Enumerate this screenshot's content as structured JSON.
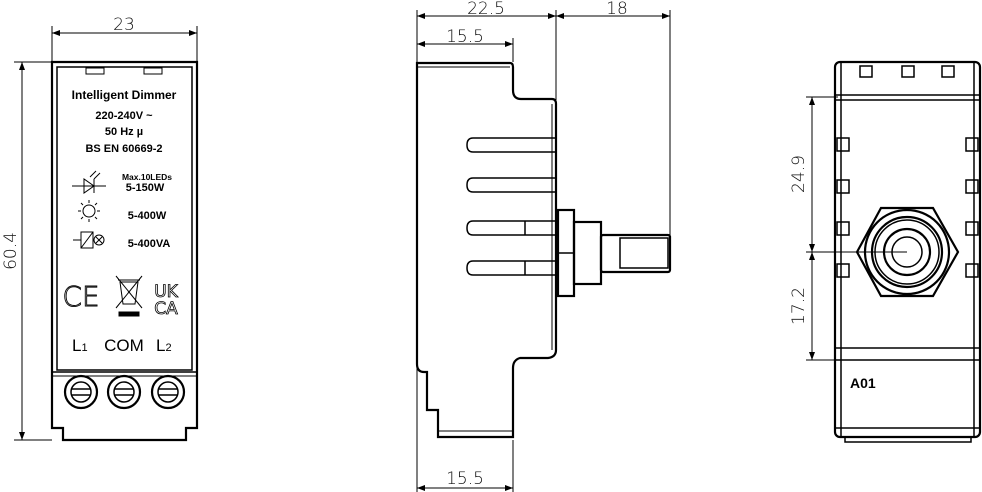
{
  "front_view": {
    "width_dim": "23",
    "height_dim": "60.4",
    "title": "Intelligent Dimmer",
    "voltage": "220-240V ~",
    "frequency": "50 Hz  µ",
    "standard": "BS EN 60669-2",
    "led_max": "Max.10LEDs",
    "led_load": "5-150W",
    "incandescent_load": "5-400W",
    "transformer_load": "5-400VA",
    "ce_mark": "CE",
    "ukca_mark": [
      "UK",
      "CA"
    ],
    "terminals": [
      "L",
      "COM",
      "L"
    ],
    "terminal_subscripts": [
      "1",
      "2"
    ]
  },
  "side_view": {
    "depth_dim": "22.5",
    "shaft_dim": "18",
    "top_dim": "15.5",
    "bottom_dim": "15.5"
  },
  "back_view": {
    "upper_dim": "24.9",
    "lower_dim": "17.2",
    "code": "A01"
  }
}
